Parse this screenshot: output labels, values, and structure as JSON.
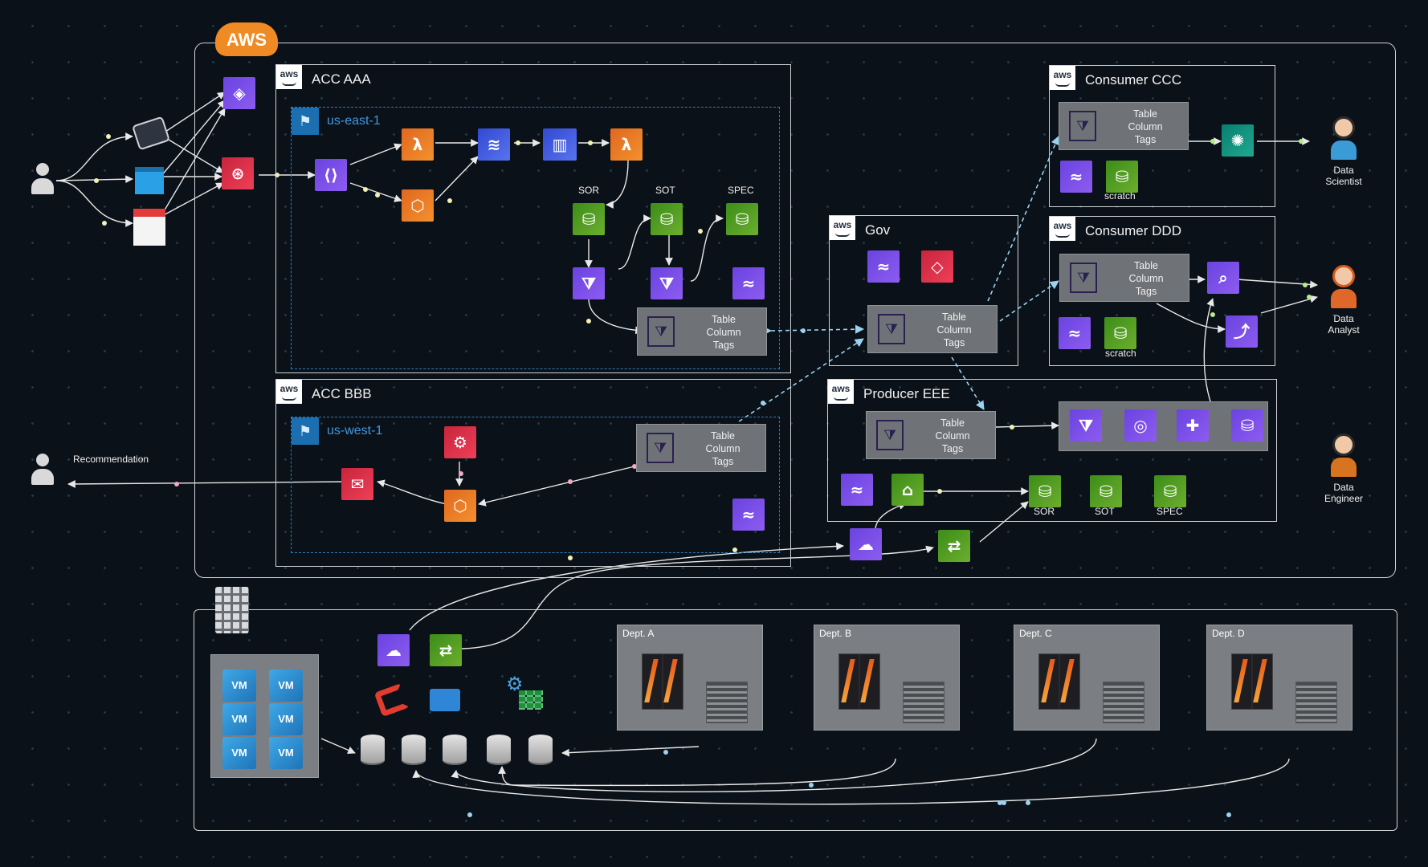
{
  "cloud_badge": "AWS",
  "accounts": {
    "acc_aaa": {
      "title": "ACC AAA",
      "region": "us-east-1"
    },
    "acc_bbb": {
      "title": "ACC BBB",
      "region": "us-west-1"
    },
    "gov": {
      "title": "Gov"
    },
    "producer_eee": {
      "title": "Producer EEE"
    },
    "consumer_ccc": {
      "title": "Consumer CCC"
    },
    "consumer_ddd": {
      "title": "Consumer DDD"
    }
  },
  "aws_logo_text": "aws",
  "tags_label": "Table\nColumn\nTags",
  "zones": {
    "sor": "SOR",
    "sot": "SOT",
    "spec": "SPEC",
    "scratch": "scratch"
  },
  "people": {
    "scientist": "Data\nScientist",
    "analyst": "Data\nAnalyst",
    "engineer": "Data\nEngineer"
  },
  "recommendation": "Recommendation",
  "departments": [
    "Dept. A",
    "Dept. B",
    "Dept. C",
    "Dept. D"
  ],
  "vm_label": "VM",
  "icons": {
    "route53": "route53-icon",
    "waf": "waf-icon",
    "api_gateway": "api-gateway-icon",
    "lambda": "lambda-icon",
    "glue": "glue-icon",
    "dynamodb": "dynamodb-icon",
    "kinesis": "kinesis-icon",
    "s3": "s3-bucket-icon",
    "lake_formation": "lake-formation-icon",
    "sagemaker": "sagemaker-icon",
    "pinpoint": "pinpoint-icon",
    "eventbridge": "eventbridge-icon",
    "datasync": "datasync-icon",
    "transfer": "transfer-family-icon"
  },
  "colors": {
    "background": "#0b1118",
    "line": "#f3f0b5",
    "dashed_link": "#8fc6e8",
    "purple": "#7c4dff",
    "orange": "#f08a24",
    "red": "#e23b51",
    "green": "#5aa02c",
    "tags_panel": "#6f7377"
  }
}
